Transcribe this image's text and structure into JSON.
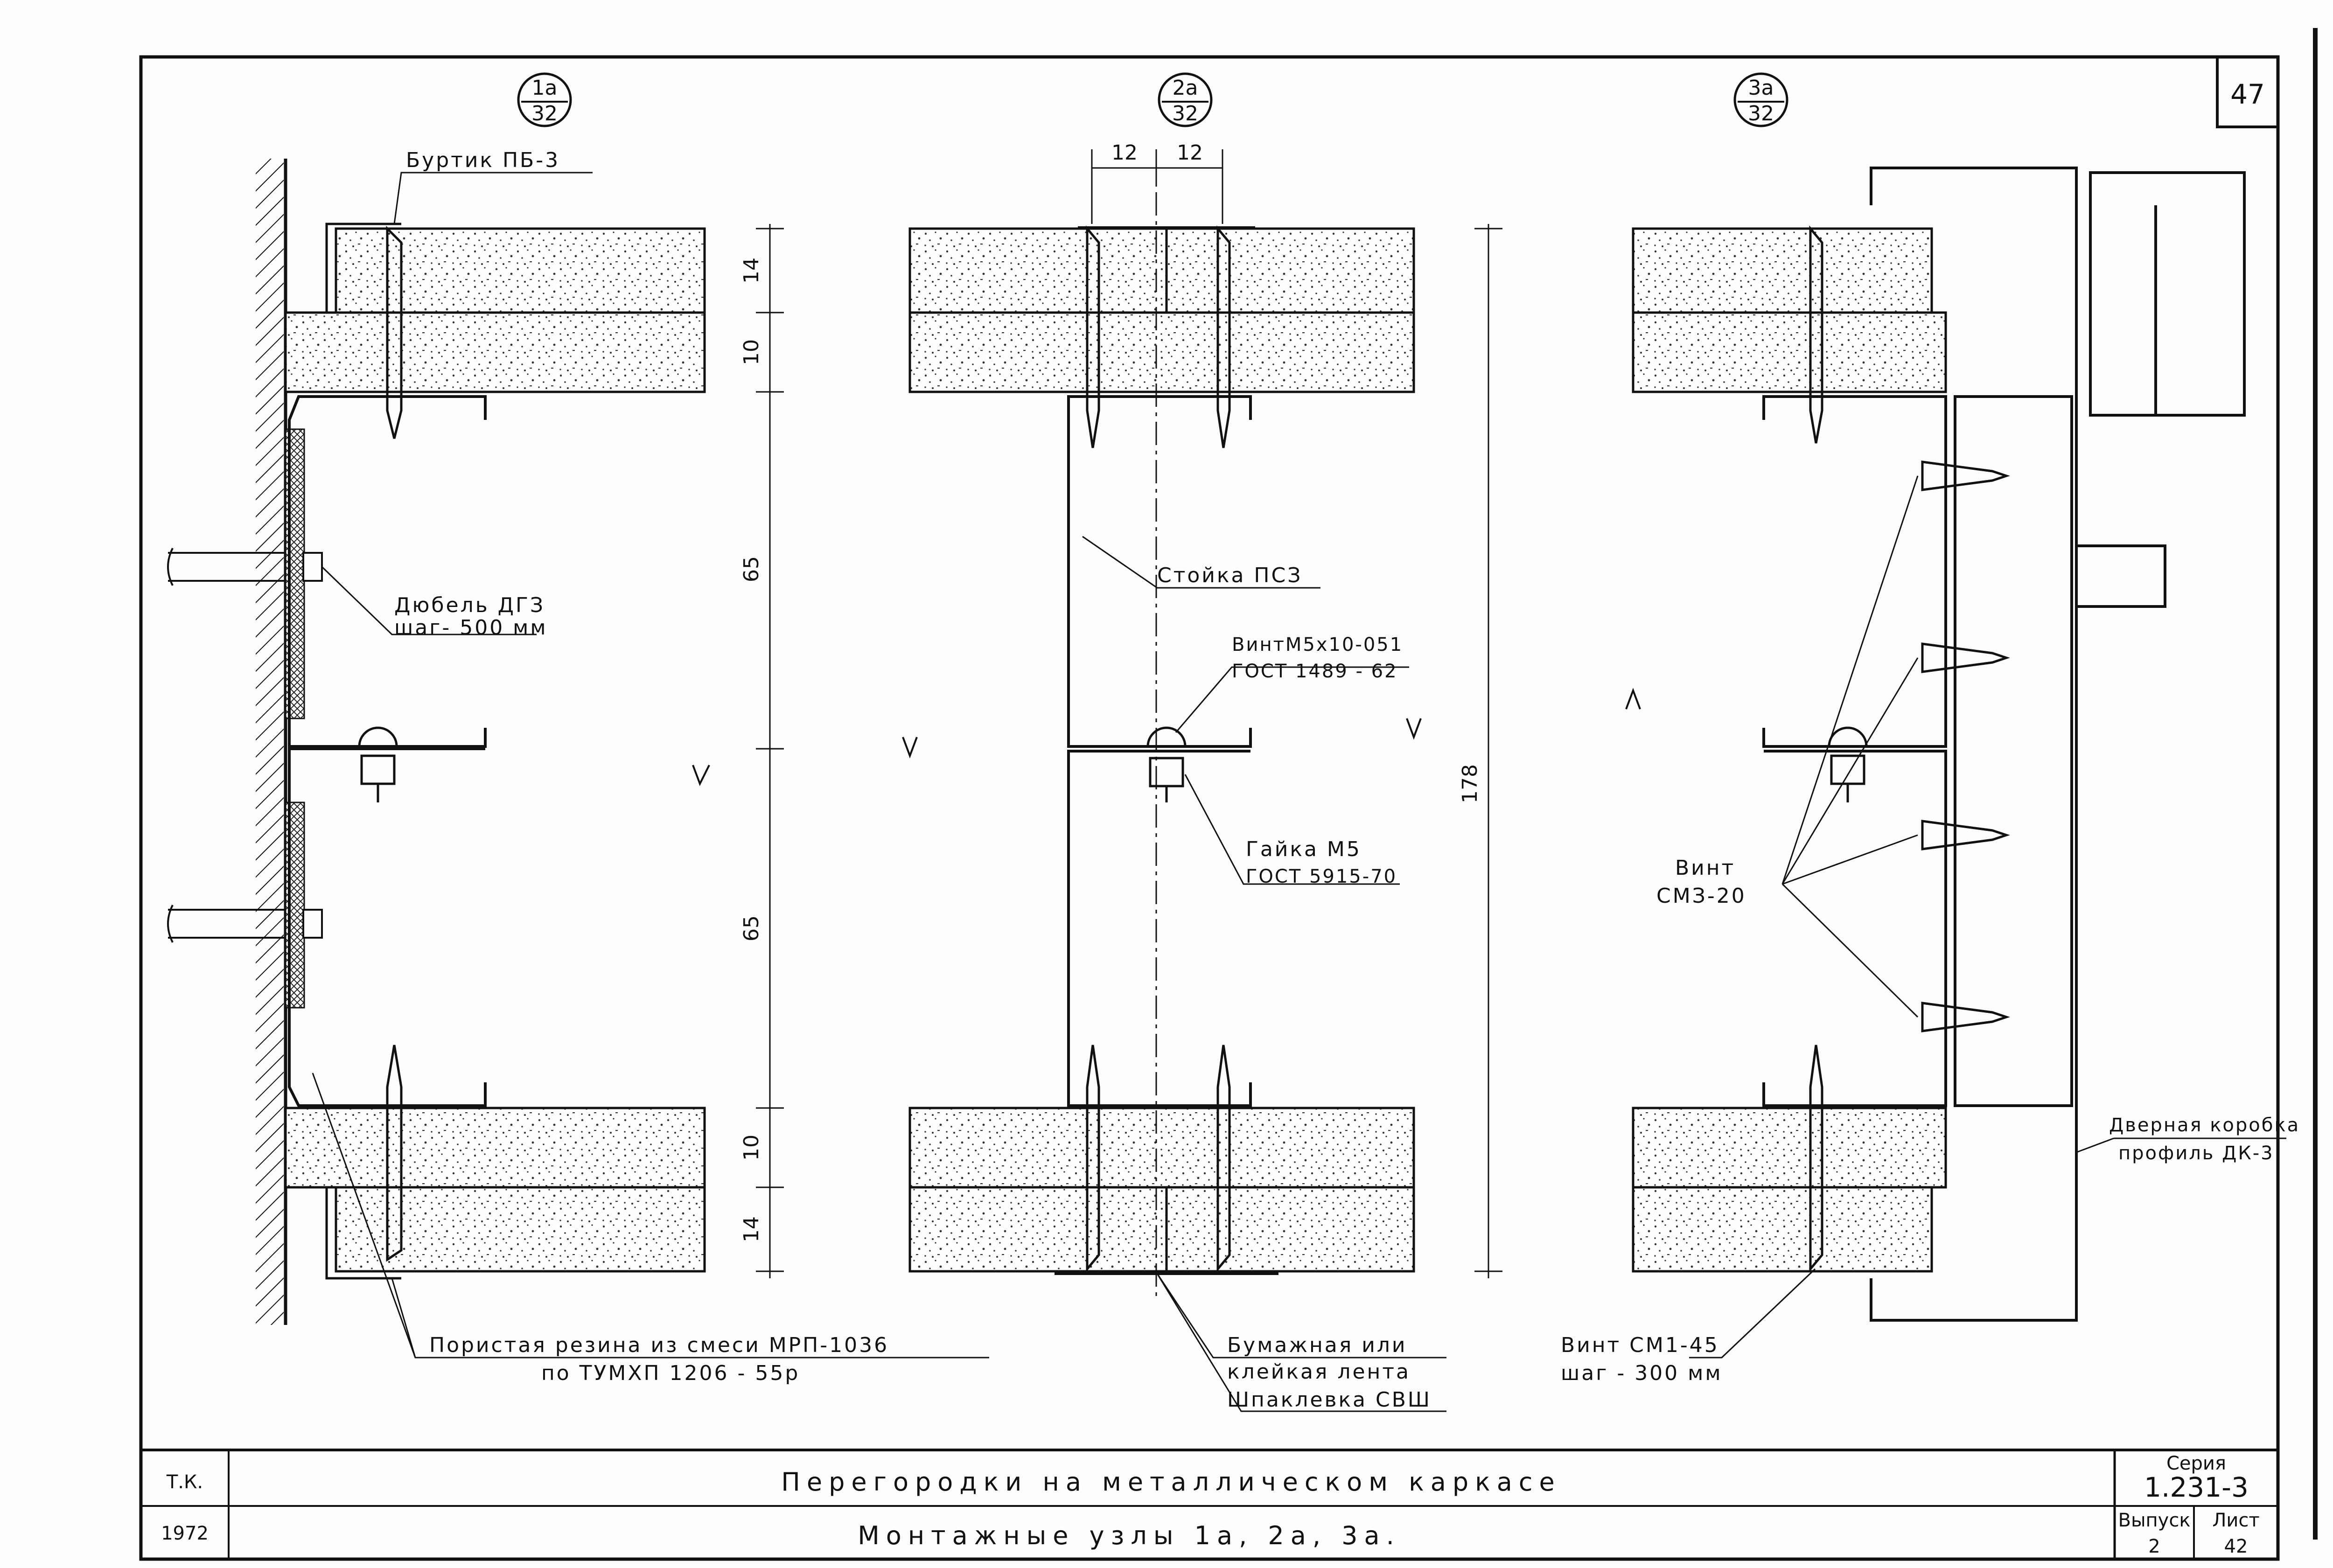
{
  "sheet_number": "47",
  "nodes": [
    {
      "num": "1a",
      "den": "32"
    },
    {
      "num": "2a",
      "den": "32"
    },
    {
      "num": "3a",
      "den": "32"
    }
  ],
  "labels": {
    "burtik": "Буртик ПБ-3",
    "dubel_1": "Дюбель ДГЗ",
    "dubel_2": "шаг- 500 мм",
    "stoyka": "Стойка ПСЗ",
    "vint_m5_1": "ВинтМ5х10-051",
    "vint_m5_2": "ГОСТ 1489 - 62",
    "gayka_1": "Гайка М5",
    "gayka_2": "ГОСТ 5915-70",
    "vint_sm3_1": "Винт",
    "vint_sm3_2": "СМЗ-20",
    "korobka_1": "Дверная коробка",
    "korobka_2": "профиль ДК-3",
    "rezina_1": "Пористая резина из смеси МРП-1036",
    "rezina_2": "по ТУМХП 1206 - 55р",
    "lenta_1": "Бумажная или",
    "lenta_2": "клейкая лента",
    "shpaklevka": "Шпаклевка СВШ",
    "vint_sm1_1": "Винт СМ1-45",
    "vint_sm1_2": "шаг - 300 мм"
  },
  "dimensions": {
    "top_12_left": "12",
    "top_12_right": "12",
    "d14_top": "14",
    "d10_top": "10",
    "d65_top": "65",
    "d65_bottom": "65",
    "d10_bottom": "10",
    "d14_bottom": "14",
    "d178": "178"
  },
  "title_block": {
    "tk": "Т.К.",
    "year": "1972",
    "title": "Перегородки на металлическом каркасе",
    "subtitle": "Монтажные узлы 1а, 2а, 3а.",
    "seriya_label": "Серия",
    "seriya_value": "1.231-3",
    "vypusk_label": "Выпуск",
    "vypusk_value": "2",
    "list_label": "Лист",
    "list_value": "42"
  }
}
